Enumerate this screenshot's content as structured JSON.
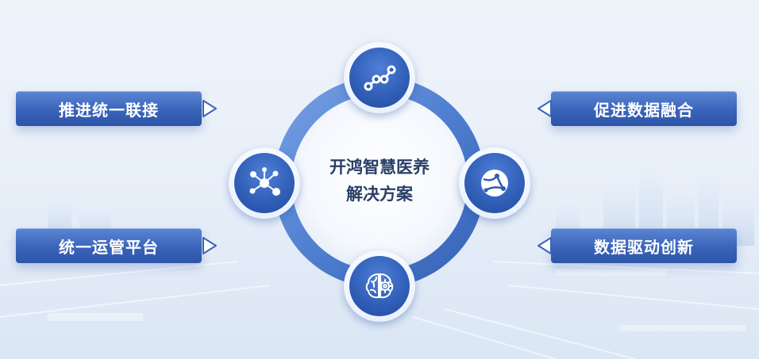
{
  "center": {
    "title_line1": "开鸿智慧医养",
    "title_line2": "解决方案"
  },
  "labels": {
    "top_left": "推进统一联接",
    "bottom_left": "统一运管平台",
    "top_right": "促进数据融合",
    "bottom_right": "数据驱动创新"
  },
  "icons": {
    "top": "network-path-icon",
    "left": "molecule-hub-icon",
    "right": "globe-network-icon",
    "bottom": "brain-gear-icon"
  },
  "colors": {
    "label_blue": "#3a64ba",
    "ring_blue": "#5b8bd8",
    "node_blue": "#2f5db6",
    "text_dark": "#2a3f66",
    "background": "#eef3fa"
  }
}
